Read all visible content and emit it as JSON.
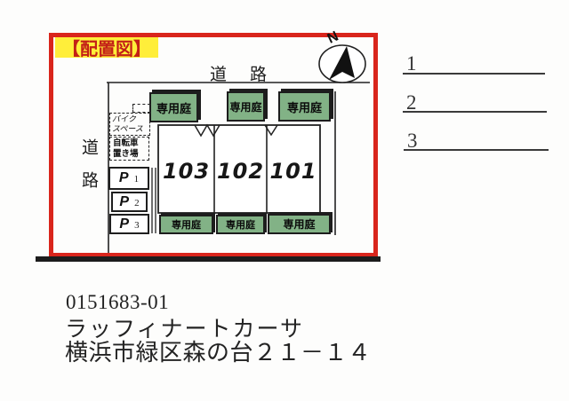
{
  "diagram": {
    "title": "【配置図】",
    "north_label": "N",
    "road_top": "道路",
    "road_left": "道路",
    "garden_label": "専用庭",
    "units": [
      {
        "number": "103"
      },
      {
        "number": "102"
      },
      {
        "number": "101"
      }
    ],
    "bike_space": {
      "line1": "バイク",
      "line2": "スペース"
    },
    "bicycle_parking": {
      "line1": "自転車",
      "line2": "置き場"
    },
    "parking": [
      {
        "label": "P",
        "num": "1"
      },
      {
        "label": "P",
        "num": "2"
      },
      {
        "label": "P",
        "num": "3"
      }
    ],
    "colors": {
      "frame_red": "#d9251c",
      "banner_yellow": "#ffee3a",
      "title_red": "#c32017",
      "garden_green": "#82b286",
      "line_dark": "#222222"
    }
  },
  "notes": [
    {
      "num": "1"
    },
    {
      "num": "2"
    },
    {
      "num": "3"
    }
  ],
  "footer": {
    "code": "0151683-01",
    "name": "ラッフィナートカーサ",
    "address": "横浜市緑区森の台２１－１４"
  }
}
